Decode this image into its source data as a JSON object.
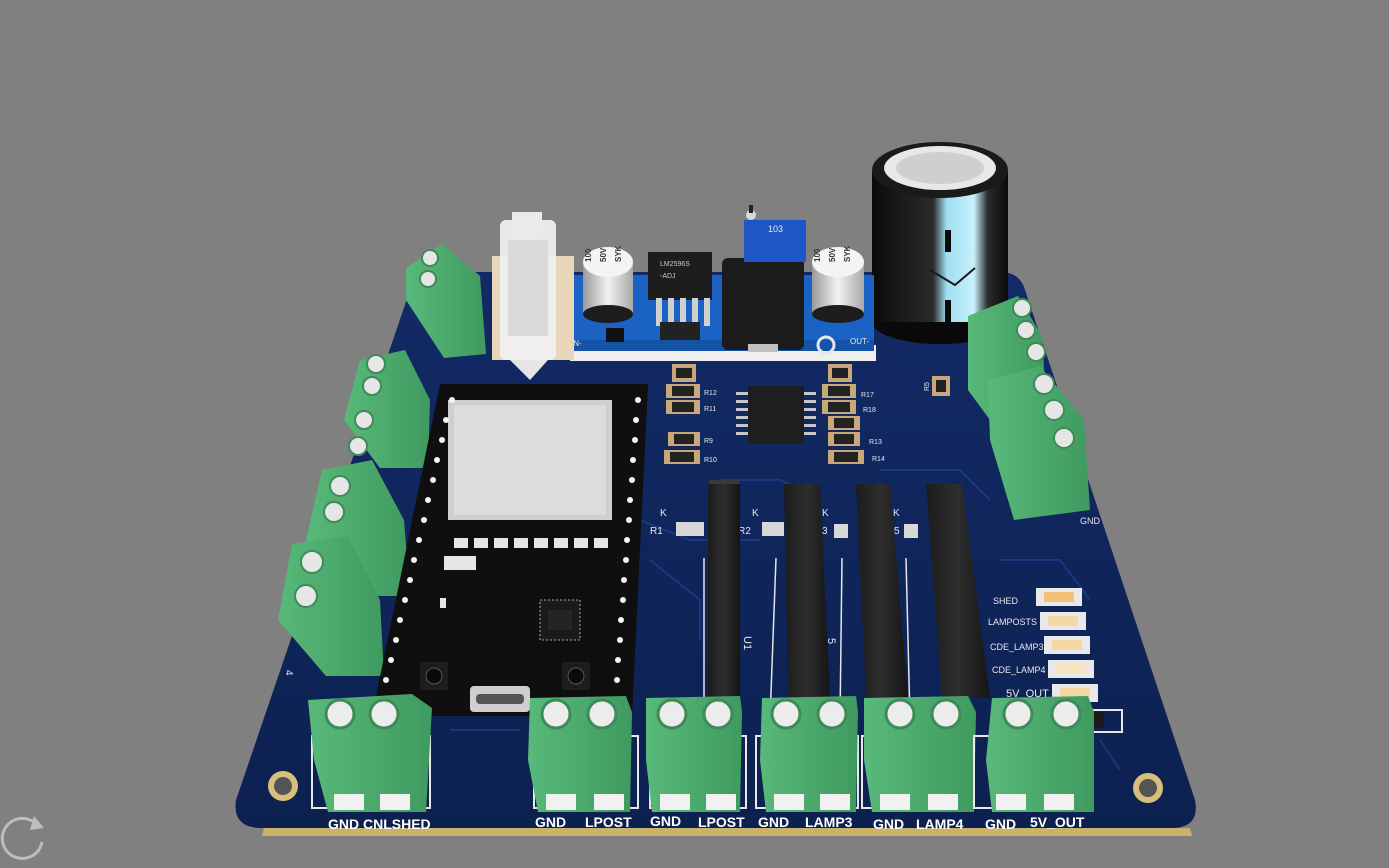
{
  "board": {
    "bottom_labels": [
      "GND",
      "CNLSHED",
      "GND",
      "LPOST",
      "GND",
      "LPOST",
      "GND",
      "LAMP3",
      "GND",
      "LAMP4",
      "GND",
      "5V_OUT"
    ],
    "right_terminal_label": "GND",
    "led_labels": [
      "SHED",
      "LAMPOSTS",
      "CDE_LAMP3",
      "CDE_LAMP4",
      "5V_OUT"
    ],
    "resistor_labels": [
      "R12",
      "R11",
      "R9",
      "R10",
      "R17",
      "R18",
      "R13",
      "R14",
      "R5",
      "R1",
      "R2",
      "3",
      "5"
    ],
    "relay_k_labels": [
      "K",
      "K",
      "K",
      "K"
    ],
    "relay_u_labels": [
      "U1",
      "5"
    ],
    "side_labels": [
      "4"
    ],
    "converter": {
      "in_label": "IN-",
      "out_label": "OUT-",
      "cap_left": [
        "100",
        "50V",
        "SYK"
      ],
      "cap_right": [
        "100",
        "50V",
        "SYK"
      ],
      "regulator_text": [
        "LM2596S",
        "-ADJ"
      ],
      "trimpot_text": "103"
    }
  },
  "viewer": {
    "reload_icon": "reload-icon"
  },
  "colors": {
    "background": "#808080",
    "pcb": "#13295c",
    "terminal": "#4caf6a",
    "esp": "#111111"
  }
}
